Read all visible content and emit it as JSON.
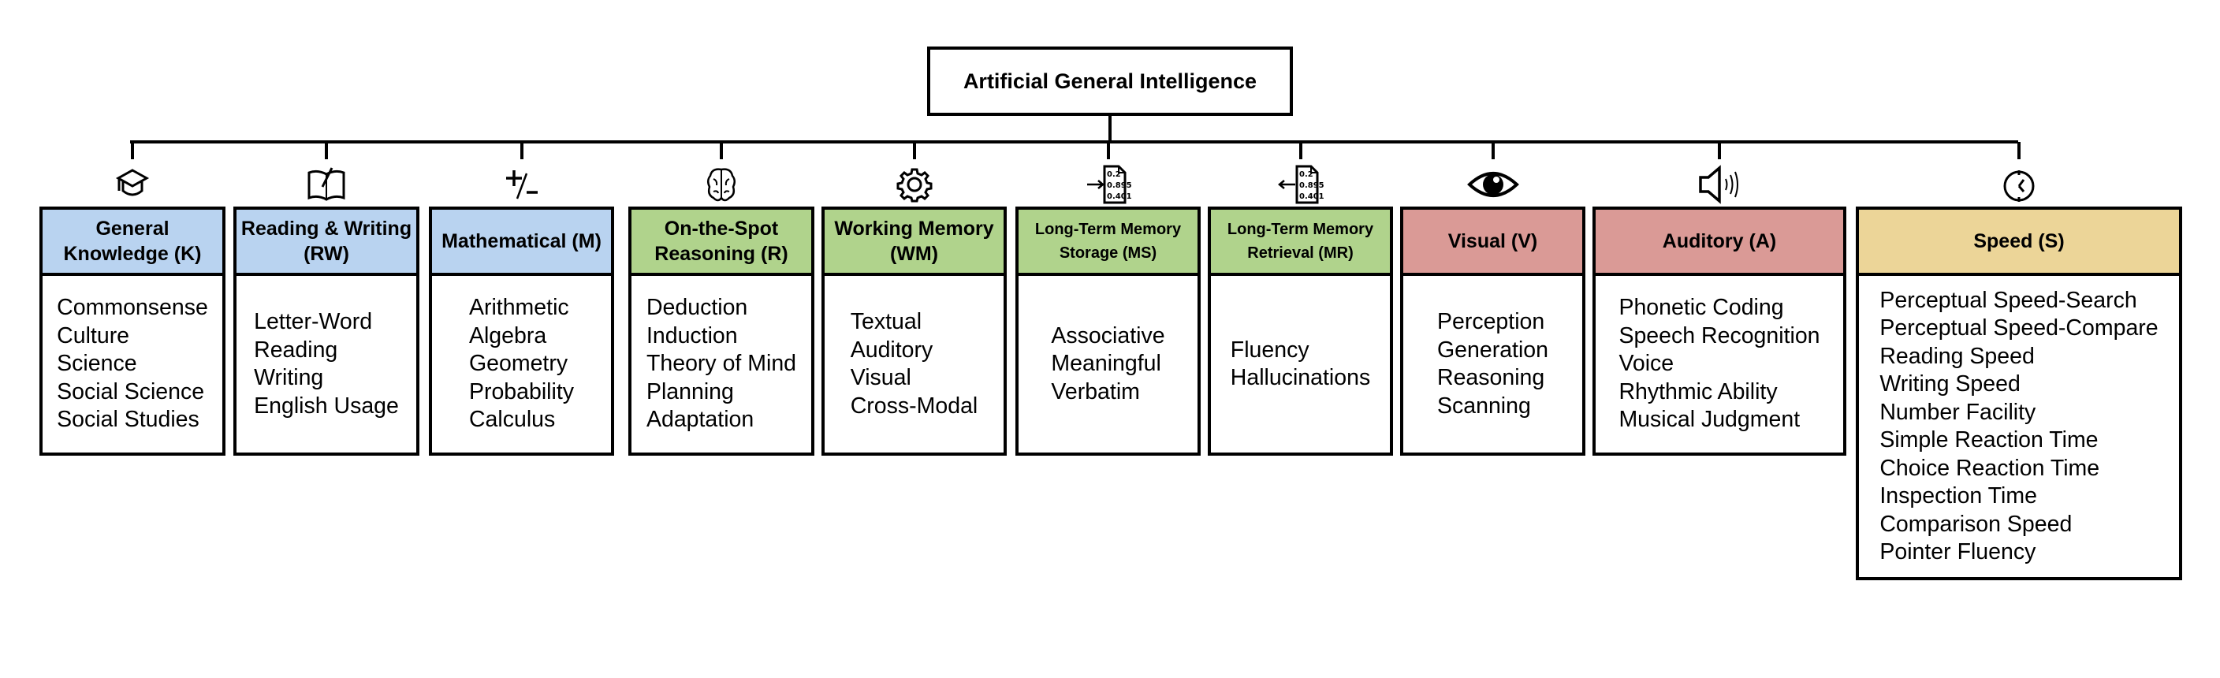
{
  "root": {
    "title": "Artificial General Intelligence"
  },
  "colors": {
    "knowledge": "#b9d3f0",
    "reasoning_memory": "#b0d38c",
    "perception": "#da9a96",
    "speed": "#ecd598"
  },
  "icon_file_numbers": [
    "0.2",
    "0.895",
    "0.401"
  ],
  "categories": [
    {
      "title": "General Knowledge (K)",
      "icon": "graduation-cap-icon",
      "color": "#b9d3f0",
      "items": [
        "Commonsense",
        "Culture",
        "Science",
        "Social Science",
        "Social Studies"
      ]
    },
    {
      "title": "Reading & Writing (RW)",
      "icon": "book-pen-icon",
      "color": "#b9d3f0",
      "items": [
        "Letter-Word",
        "Reading",
        "Writing",
        "English Usage"
      ]
    },
    {
      "title": "Mathematical (M)",
      "icon": "plus-minus-icon",
      "color": "#b9d3f0",
      "items": [
        "Arithmetic",
        "Algebra",
        "Geometry",
        "Probability",
        "Calculus"
      ]
    },
    {
      "title": "On-the-Spot Reasoning (R)",
      "icon": "brain-icon",
      "color": "#b0d38c",
      "items": [
        "Deduction",
        "Induction",
        "Theory of Mind",
        "Planning",
        "Adaptation"
      ]
    },
    {
      "title": "Working Memory (WM)",
      "icon": "gear-icon",
      "color": "#b0d38c",
      "items": [
        "Textual",
        "Auditory",
        "Visual",
        "Cross-Modal"
      ]
    },
    {
      "title": "Long-Term Memory Storage (MS)",
      "icon": "file-data-in-icon",
      "color": "#b0d38c",
      "items": [
        "Associative",
        "Meaningful",
        "Verbatim"
      ]
    },
    {
      "title": "Long-Term Memory Retrieval (MR)",
      "icon": "file-data-out-icon",
      "color": "#b0d38c",
      "items": [
        "Fluency",
        "Hallucinations"
      ]
    },
    {
      "title": "Visual (V)",
      "icon": "eye-icon",
      "color": "#da9a96",
      "items": [
        "Perception",
        "Generation",
        "Reasoning",
        "Scanning"
      ]
    },
    {
      "title": "Auditory (A)",
      "icon": "speaker-icon",
      "color": "#da9a96",
      "items": [
        "Phonetic Coding",
        "Speech Recognition",
        "Voice",
        "Rhythmic Ability",
        "Musical Judgment"
      ]
    },
    {
      "title": "Speed (S)",
      "icon": "clock-icon",
      "color": "#ecd598",
      "items": [
        "Perceptual Speed-Search",
        "Perceptual Speed-Compare",
        "Reading Speed",
        "Writing Speed",
        "Number Facility",
        "Simple Reaction Time",
        "Choice Reaction Time",
        "Inspection Time",
        "Comparison Speed",
        "Pointer Fluency"
      ]
    }
  ]
}
